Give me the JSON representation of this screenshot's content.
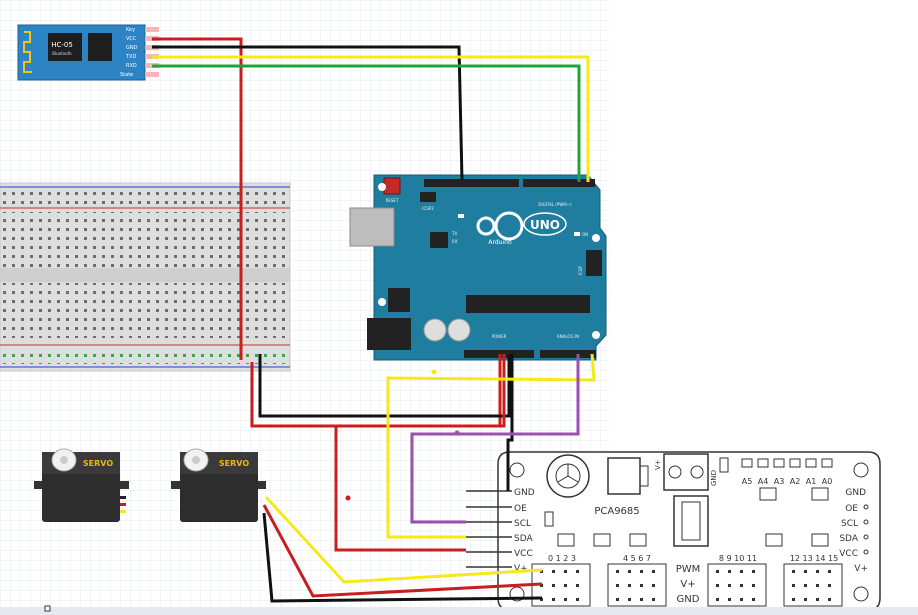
{
  "bluetooth": {
    "model": "HC-05",
    "subtitle": "Bluetooth",
    "pins": [
      "Key",
      "VCC",
      "GND",
      "TXD",
      "RXD",
      "State"
    ]
  },
  "arduino": {
    "reset_label": "RESET",
    "icsp_label": "ICSP2",
    "digital_label": "DIGITAL (PWM~)",
    "brand": "Arduino",
    "model": "UNO",
    "on_label": "ON",
    "tx_label": "TX",
    "rx_label": "RX",
    "icsp_right": "ICSP",
    "power_label": "POWER",
    "analog_label": "ANALOG IN"
  },
  "servo_left": {
    "label": "SERVO"
  },
  "servo_right": {
    "label": "SERVO"
  },
  "pca": {
    "chip": "PCA9685",
    "pwm": "PWM",
    "vplus": "V+",
    "gnd": "GND",
    "left_pins": [
      "GND",
      "OE",
      "SCL",
      "SDA",
      "VCC",
      "V+"
    ],
    "right_pins": [
      "GND",
      "OE",
      "SCL",
      "SDA",
      "VCC",
      "V+"
    ],
    "addr_labels": [
      "A5",
      "A4",
      "A3",
      "A2",
      "A1",
      "A0"
    ],
    "channel_groups": [
      "0 1 2 3",
      "4 5 6 7",
      "8 9 10 11",
      "12 13 14 15"
    ],
    "vplus_terminal": "V+",
    "gnd_terminal": "GND"
  },
  "colors": {
    "wire_red": "#c81e1e",
    "wire_black": "#111111",
    "wire_yellow": "#f4ea1a",
    "wire_green": "#22a33a",
    "wire_purple": "#9b4fb0",
    "arduino_board": "#1f7ea0",
    "bt_board": "#2d84c4",
    "pca_board": "#ffffff"
  }
}
